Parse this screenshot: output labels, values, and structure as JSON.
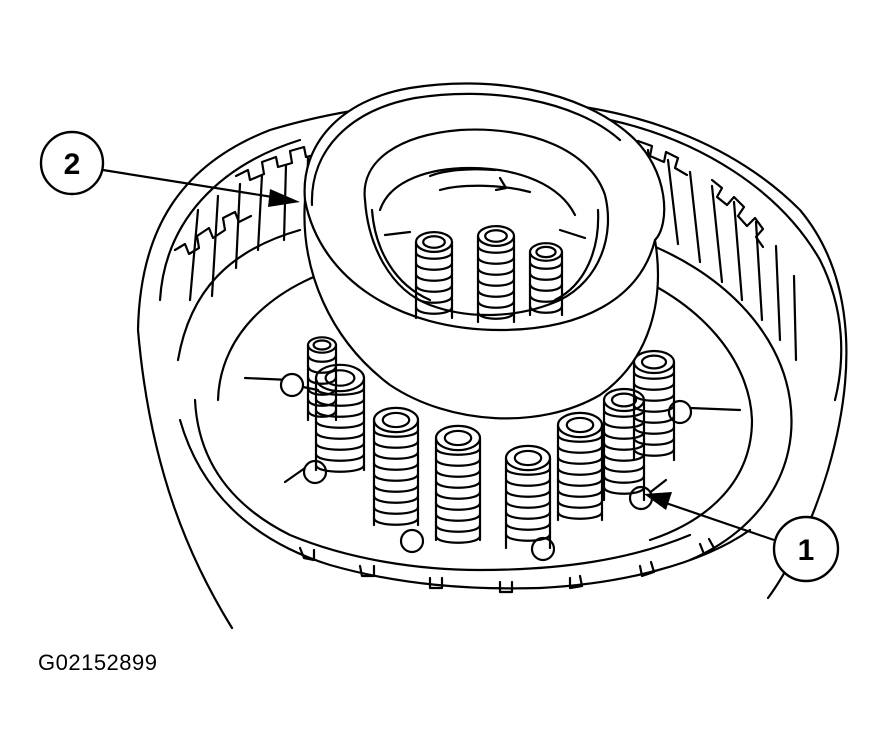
{
  "callouts": [
    {
      "number": "2",
      "target": "thrust-washer"
    },
    {
      "number": "1",
      "target": "piston-return-spring-assembly"
    }
  ],
  "figure_id": "G02152899",
  "colors": {
    "line": "#000000",
    "fill": "#ffffff"
  }
}
